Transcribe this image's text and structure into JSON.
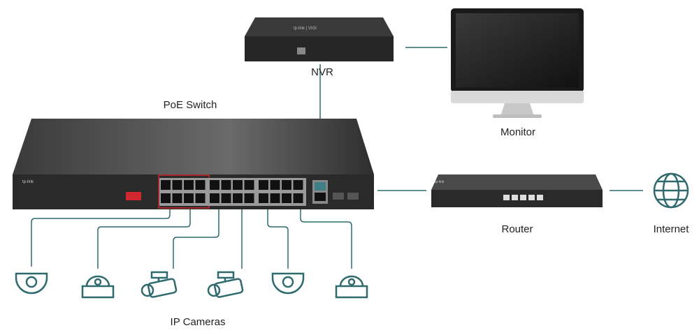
{
  "labels": {
    "nvr": "NVR",
    "monitor": "Monitor",
    "poe_switch": "PoE Switch",
    "router": "Router",
    "internet": "Internet",
    "ip_cameras": "IP Cameras"
  },
  "logos": {
    "switch": "tp-link",
    "nvr": "tp-link | VIGI",
    "router": "tp-link"
  },
  "icons": {
    "internet": "globe-icon",
    "camera_dome": "dome-camera-icon",
    "camera_bullet": "bullet-camera-icon"
  },
  "colors": {
    "link_line": "#2f6b6e",
    "device_body": "#2b2b2b",
    "port_highlight": "#d0282e",
    "icon": "#2f6b6e"
  },
  "cameras": [
    "dome",
    "dome-ceiling",
    "bullet",
    "bullet",
    "dome",
    "dome-ceiling"
  ]
}
